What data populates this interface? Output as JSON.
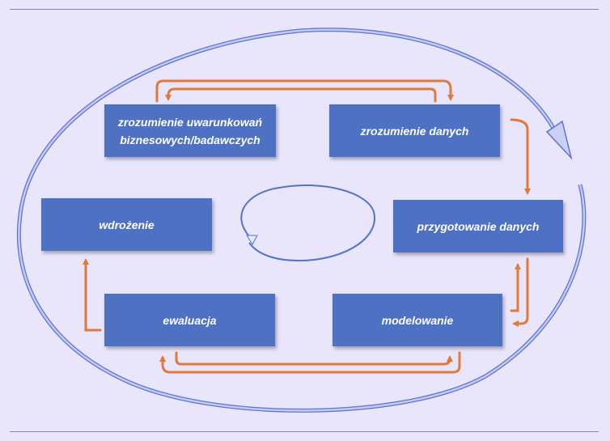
{
  "diagram": {
    "phases": {
      "business_understanding": "zrozumienie uwarunkowań\nbiznesowych/badawczych",
      "data_understanding": "zrozumienie danych",
      "data_preparation": "przygotowanie danych",
      "modeling": "modelowanie",
      "evaluation": "ewaluacja",
      "deployment": "wdrożenie"
    },
    "colors": {
      "box_fill": "#4f71c4",
      "box_text": "#ffffff",
      "arrow": "#e07a3c",
      "outer_cycle": "#8fa0e6",
      "background": "#e9e6fb"
    },
    "icons": {
      "outer_cycle": "outer-cycle-arrow-icon",
      "inner_cycle": "inner-cycle-arrow-icon",
      "flow_arrow": "orange-flow-arrow-icon"
    }
  }
}
